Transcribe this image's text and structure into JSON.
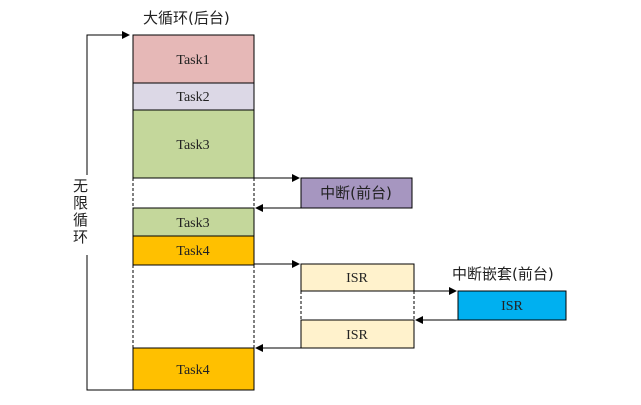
{
  "title": "大循环(后台)",
  "loop_label": "无限循环",
  "nested_label": "中断嵌套(前台)",
  "blocks": {
    "task1": {
      "label": "Task1",
      "color": "#e6b8b7"
    },
    "task2": {
      "label": "Task2",
      "color": "#dcd8e6"
    },
    "task3a": {
      "label": "Task3",
      "color": "#c4d79b"
    },
    "task3b": {
      "label": "Task3",
      "color": "#c4d79b"
    },
    "task4a": {
      "label": "Task4",
      "color": "#ffc000"
    },
    "task4b": {
      "label": "Task4",
      "color": "#ffc000"
    },
    "interrupt": {
      "label": "中断(前台)",
      "color": "#a696c0"
    },
    "isr1": {
      "label": "ISR",
      "color": "#fff2cc"
    },
    "isr2": {
      "label": "ISR",
      "color": "#fff2cc"
    },
    "isr_nested": {
      "label": "ISR",
      "color": "#00b0f0"
    }
  }
}
